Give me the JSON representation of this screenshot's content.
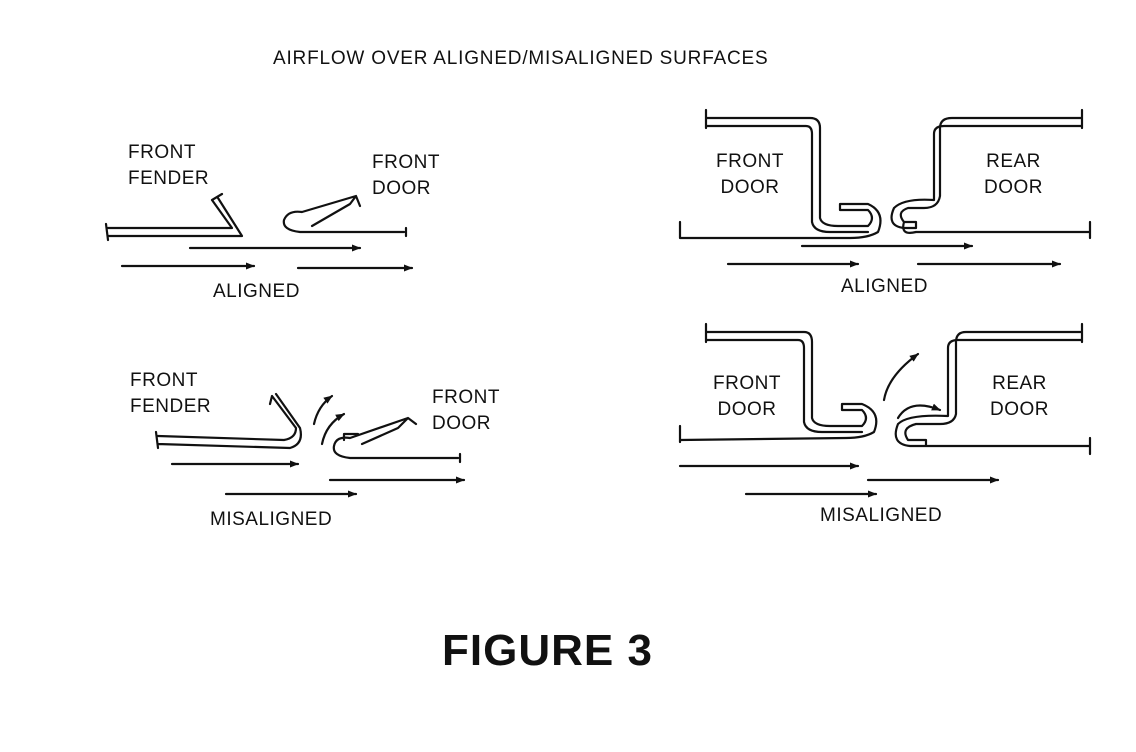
{
  "title": "AIRFLOW OVER ALIGNED/MISALIGNED SURFACES",
  "figure_label": "FIGURE 3",
  "panels": {
    "fender_aligned": {
      "left_label": [
        "FRONT",
        "FENDER"
      ],
      "right_label": [
        "FRONT",
        "DOOR"
      ],
      "caption": "ALIGNED"
    },
    "fender_misaligned": {
      "left_label": [
        "FRONT",
        "FENDER"
      ],
      "right_label": [
        "FRONT",
        "DOOR"
      ],
      "caption": "MISALIGNED"
    },
    "door_aligned": {
      "left_label": [
        "FRONT",
        "DOOR"
      ],
      "right_label": [
        "REAR",
        "DOOR"
      ],
      "caption": "ALIGNED"
    },
    "door_misaligned": {
      "left_label": [
        "FRONT",
        "DOOR"
      ],
      "right_label": [
        "REAR",
        "DOOR"
      ],
      "caption": "MISALIGNED"
    }
  }
}
